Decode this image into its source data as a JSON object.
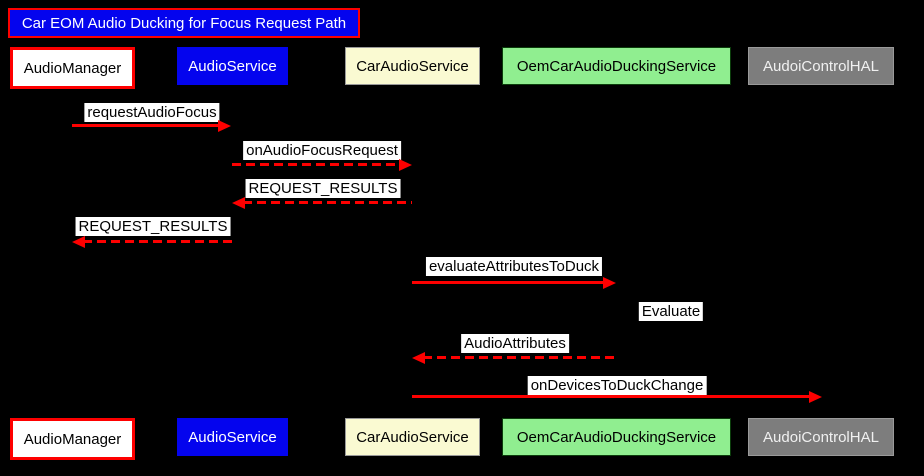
{
  "diagram_type": "sequence",
  "title": "Car EOM Audio Ducking for Focus Request Path",
  "colors": {
    "background": "#000000",
    "arrow": "#fe0000",
    "message_label_bg": "#ffffff",
    "message_label_text": "#000000",
    "title_bg": "#0404ee",
    "title_border": "#fe0000",
    "title_text": "#ffffff"
  },
  "participants": [
    {
      "name": "AudioManager",
      "fill": "#ffffff",
      "text_color": "#000000",
      "border_color": "#fe0000"
    },
    {
      "name": "AudioService",
      "fill": "#0404ee",
      "text_color": "#ffffff",
      "border_color": "#0404ee"
    },
    {
      "name": "CarAudioService",
      "fill": "#fafad2",
      "text_color": "#000000",
      "border_color": "#999999"
    },
    {
      "name": "OemCarAudioDuckingService",
      "fill": "#90ee90",
      "text_color": "#000000",
      "border_color": "#0b3d0b"
    },
    {
      "name": "AudoiControlHAL",
      "fill": "#7d7d7d",
      "text_color": "#f0f0f0",
      "border_color": "#9a9a9a"
    }
  ],
  "messages": [
    {
      "label": "requestAudioFocus",
      "from": "AudioManager",
      "to": "AudioService",
      "line": "solid",
      "direction": "right"
    },
    {
      "label": "onAudioFocusRequest",
      "from": "AudioService",
      "to": "CarAudioService",
      "line": "dashed",
      "direction": "right"
    },
    {
      "label": "REQUEST_RESULTS",
      "from": "CarAudioService",
      "to": "AudioService",
      "line": "dashed",
      "direction": "left"
    },
    {
      "label": "REQUEST_RESULTS",
      "from": "AudioService",
      "to": "AudioManager",
      "line": "dashed",
      "direction": "left"
    },
    {
      "label": "evaluateAttributesToDuck",
      "from": "CarAudioService",
      "to": "OemCarAudioDuckingService",
      "line": "solid",
      "direction": "right"
    },
    {
      "label": "Evaluate",
      "from": "OemCarAudioDuckingService",
      "to": "OemCarAudioDuckingService",
      "line": "self",
      "direction": "self"
    },
    {
      "label": "AudioAttributes",
      "from": "OemCarAudioDuckingService",
      "to": "CarAudioService",
      "line": "dashed",
      "direction": "left"
    },
    {
      "label": "onDevicesToDuckChange",
      "from": "CarAudioService",
      "to": "AudoiControlHAL",
      "line": "solid",
      "direction": "right"
    }
  ]
}
